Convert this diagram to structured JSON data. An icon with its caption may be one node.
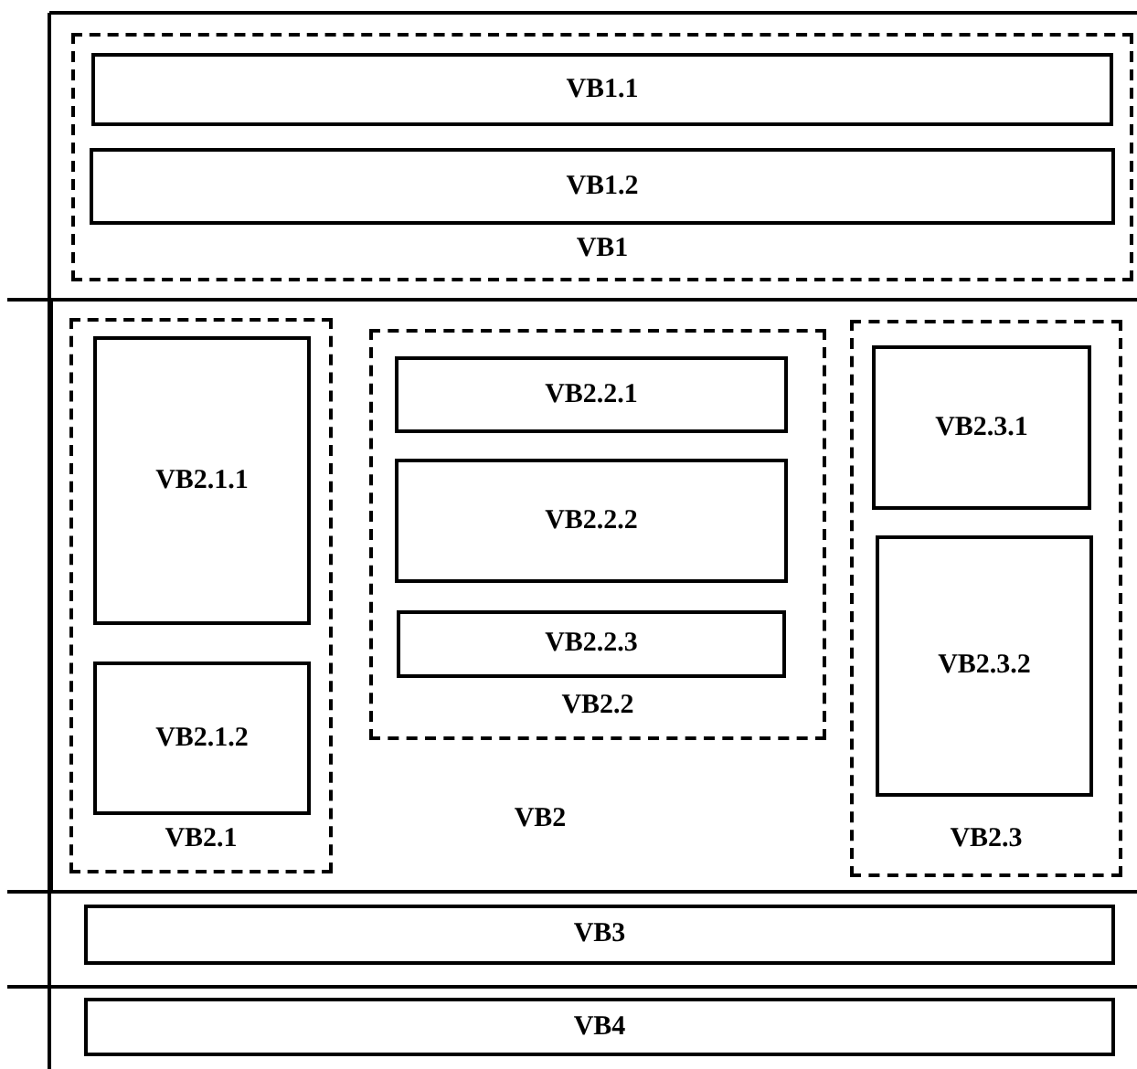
{
  "diagram": {
    "nodes": [
      {
        "text": [
          "VB1"
        ]
      },
      {
        "text": [
          "VB1.1"
        ],
        "in": 0
      },
      {
        "text": [
          "VB1.2"
        ],
        "in": 0
      },
      {
        "text": [
          "VB2"
        ]
      },
      {
        "text": [
          "VB2.1"
        ],
        "in": 3
      },
      {
        "text": [
          "VB2.1.1"
        ],
        "in": 4
      },
      {
        "text": [
          "VB2.1.2"
        ],
        "in": 4
      },
      {
        "text": [
          "VB2.2"
        ],
        "in": 3
      },
      {
        "text": [
          "VB2.2.1"
        ],
        "in": 7
      },
      {
        "text": [
          "VB2.2.2"
        ],
        "in": 7
      },
      {
        "text": [
          "VB2.2.3"
        ],
        "in": 7
      },
      {
        "text": [
          "VB2.3"
        ],
        "in": 3
      },
      {
        "text": [
          "VB2.3.1"
        ],
        "in": 11
      },
      {
        "text": [
          "VB2.3.2"
        ],
        "in": 11
      },
      {
        "text": [
          "VB3"
        ]
      },
      {
        "text": [
          "VB4"
        ]
      }
    ],
    "edges": []
  }
}
